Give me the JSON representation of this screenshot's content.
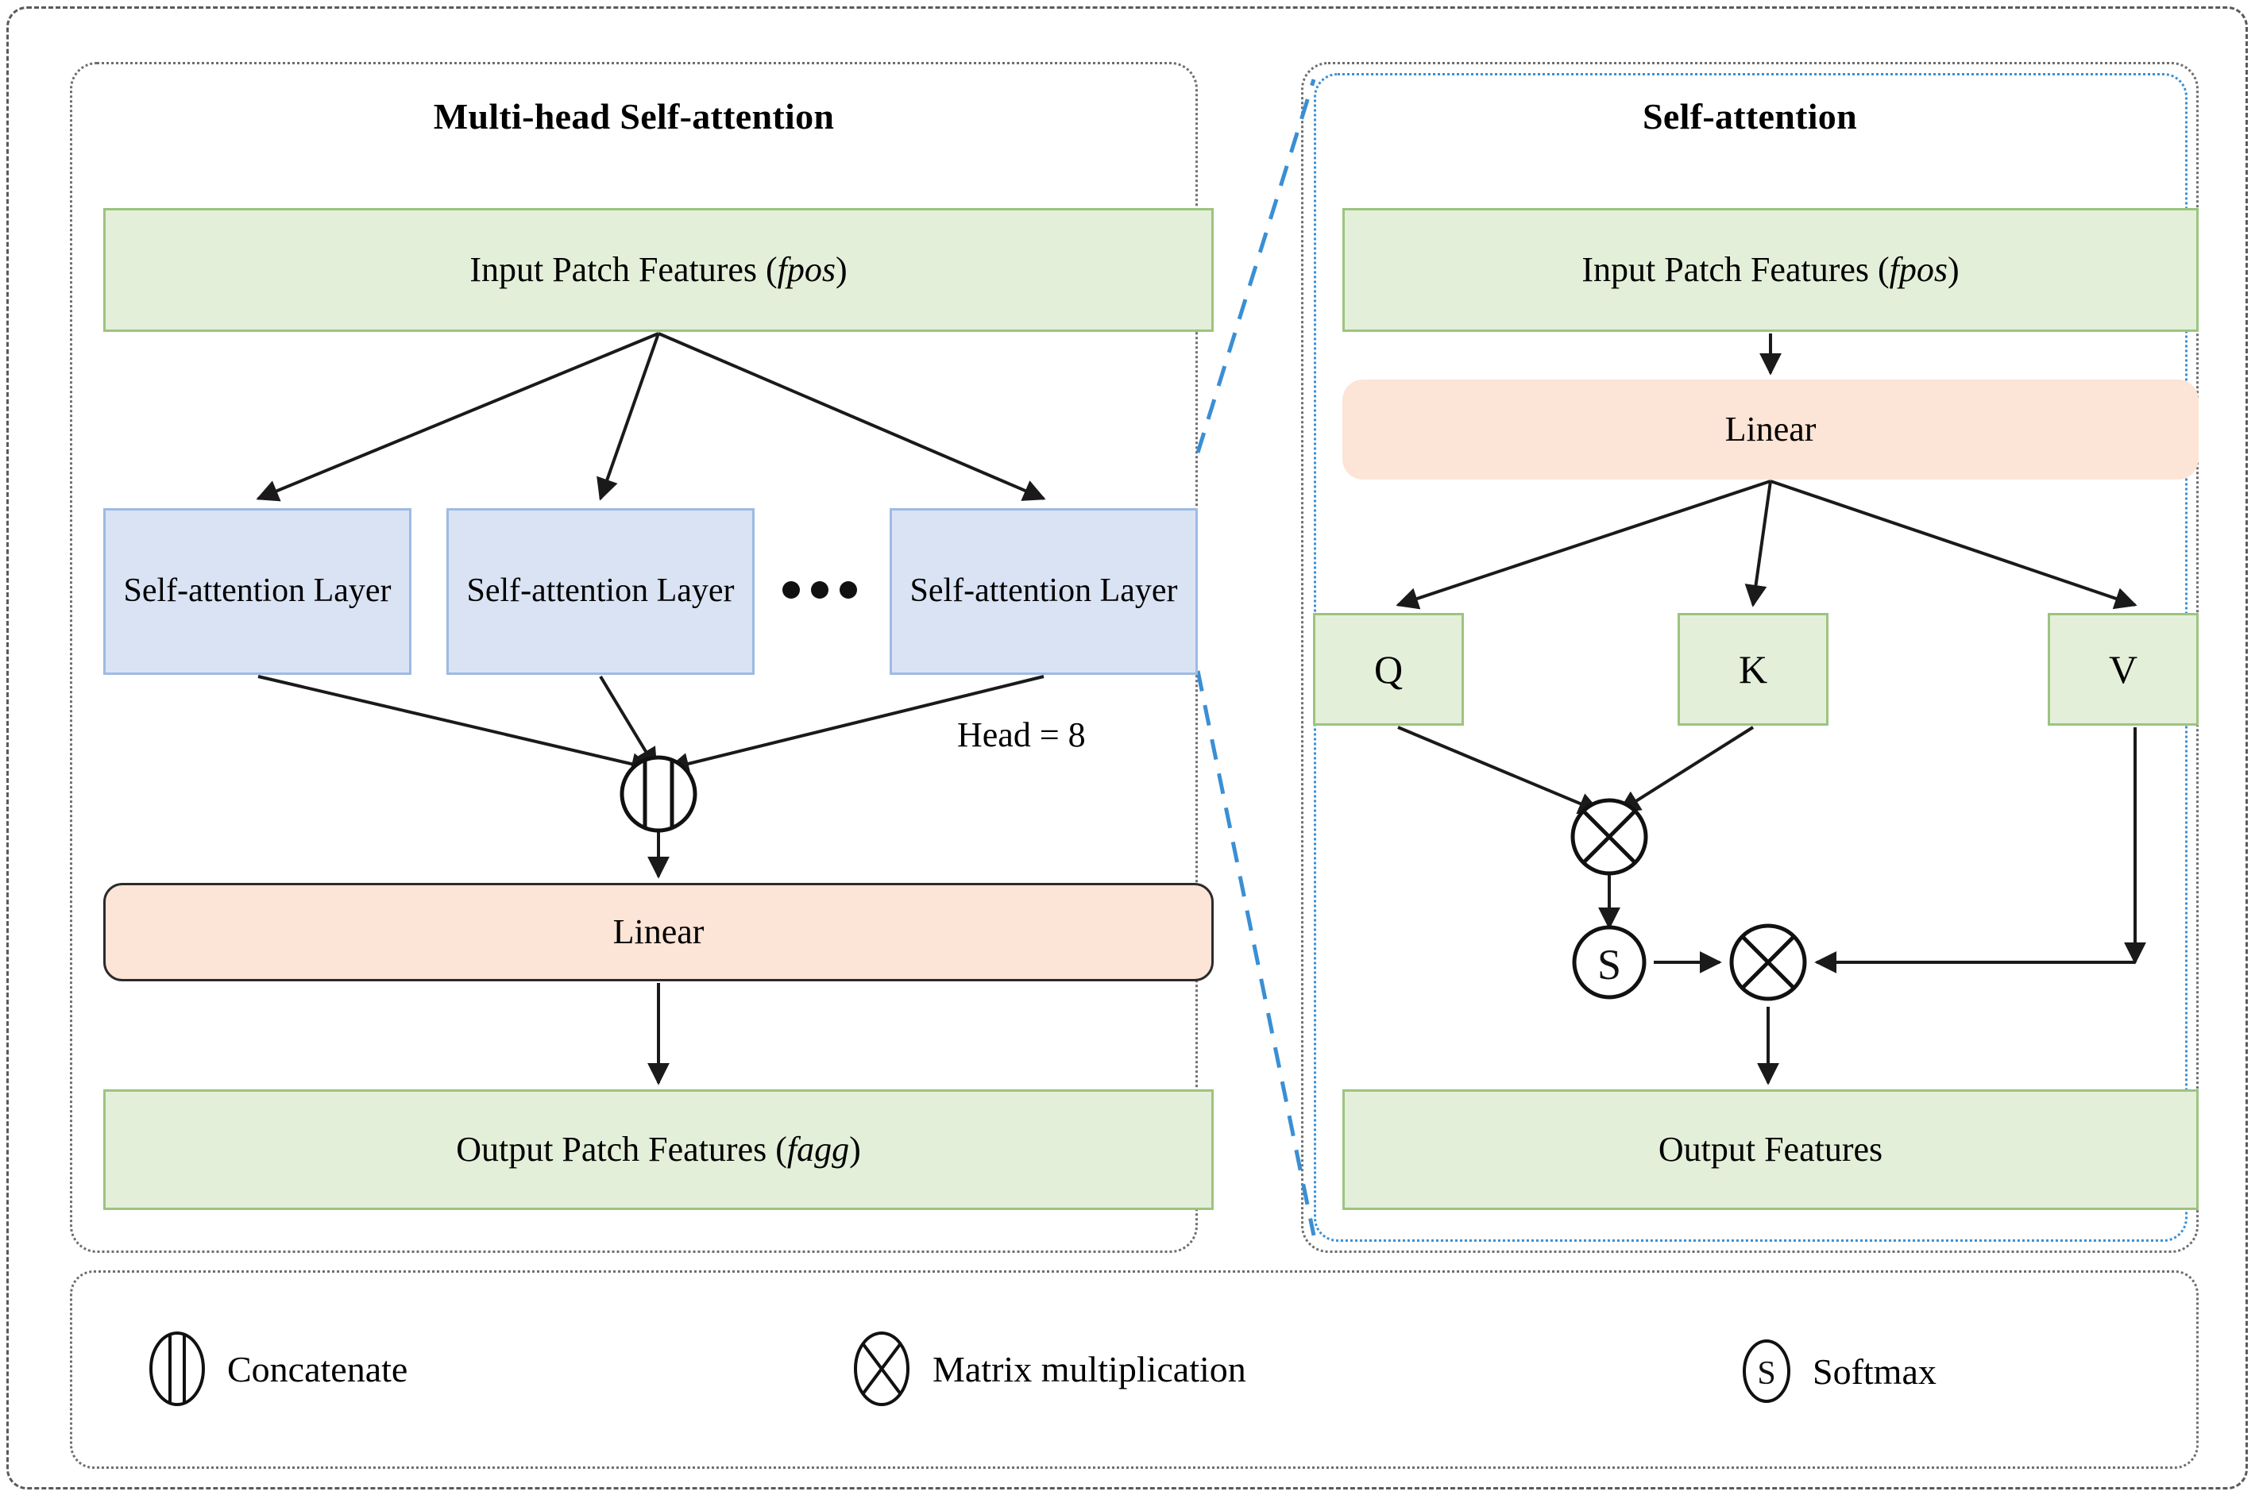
{
  "figure": {
    "type": "architecture-diagram",
    "panels": [
      {
        "id": "mhsa",
        "title": "Multi-head Self-attention"
      },
      {
        "id": "sa",
        "title": "Self-attention"
      }
    ]
  },
  "left_panel": {
    "title": "Multi-head Self-attention",
    "input_box": {
      "text": "Input Patch Features (",
      "symbol": "fpos",
      "close": ")"
    },
    "attention_layers": [
      {
        "label": "Self-attention Layer"
      },
      {
        "label": "Self-attention Layer"
      },
      {
        "label": "Self-attention Layer"
      }
    ],
    "ellipsis": "• • •",
    "head_label": "Head = 8",
    "concat_node": {
      "icon": "concatenate-icon"
    },
    "linear_box": {
      "label": "Linear"
    },
    "output_box": {
      "text": "Output Patch Features (",
      "symbol": "fagg",
      "close": ")"
    }
  },
  "right_panel": {
    "title": "Self-attention",
    "input_box": {
      "text": "Input Patch Features (",
      "symbol": "fpos",
      "close": ")"
    },
    "linear_box": {
      "label": "Linear"
    },
    "qkv": [
      {
        "label": "Q"
      },
      {
        "label": "K"
      },
      {
        "label": "V"
      }
    ],
    "matmul_qk": {
      "icon": "matrix-multiplication-icon"
    },
    "softmax": {
      "icon": "softmax-icon",
      "label": "S"
    },
    "matmul_av": {
      "icon": "matrix-multiplication-icon"
    },
    "output_box": {
      "label": "Output Features"
    }
  },
  "legend": {
    "items": [
      {
        "icon": "concatenate-icon",
        "label": "Concatenate"
      },
      {
        "icon": "matrix-multiplication-icon",
        "label": "Matrix multiplication"
      },
      {
        "icon": "softmax-icon",
        "label": "Softmax",
        "glyph": "S"
      }
    ]
  },
  "colors": {
    "green_fill": "#e4efda",
    "green_border": "#9cc47e",
    "blue_fill": "#dae3f3",
    "blue_border": "#9dbbe3",
    "peach_fill": "#fce4d6",
    "peach_border": "#2b2b2b",
    "panel_border": "#6e6e6e",
    "highlight_border": "#3a8fd4",
    "line": "#222222"
  }
}
